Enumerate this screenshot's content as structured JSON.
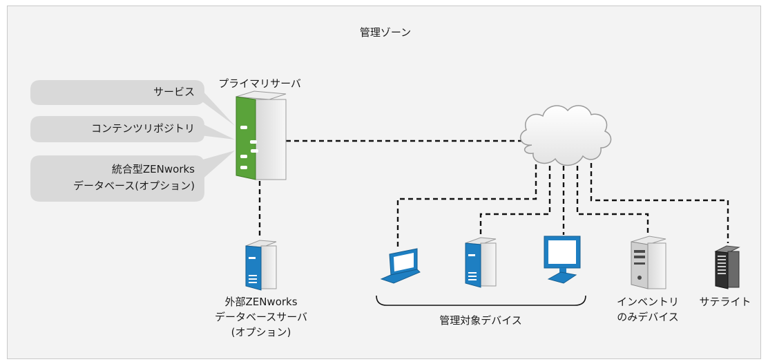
{
  "zone_title": "管理ゾーン",
  "primary_server": {
    "label": "プライマリサーバ",
    "callouts": [
      {
        "lines": [
          "サービス"
        ]
      },
      {
        "lines": [
          "コンテンツリポジトリ"
        ]
      },
      {
        "lines": [
          "統合型ZENworks",
          "データベース(オプション)"
        ]
      }
    ]
  },
  "external_db": {
    "lines": [
      "外部ZENworks",
      "データベースサーバ",
      "(オプション)"
    ]
  },
  "managed_devices": {
    "label": "管理対象デバイス",
    "items": [
      "laptop-icon",
      "server-icon",
      "monitor-icon"
    ]
  },
  "inventory_only": {
    "lines": [
      "インベントリ",
      "のみデバイス"
    ]
  },
  "satellite": {
    "label": "サテライト"
  },
  "colors": {
    "zone_bg": "#f3f3f3",
    "callout_bg": "#d9d9d9",
    "server_green": "#5aa33a",
    "device_blue": "#1e7fc2",
    "dashed_line": "#111111"
  }
}
